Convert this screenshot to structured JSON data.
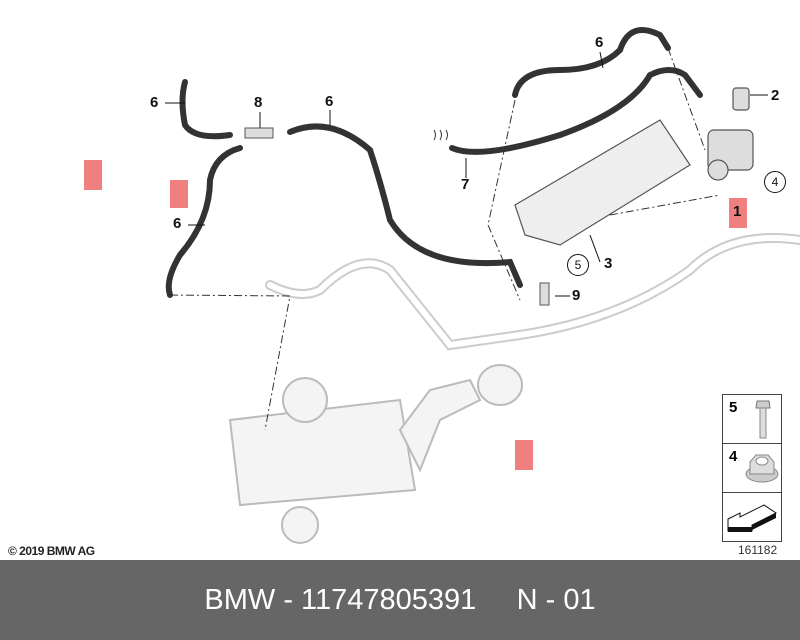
{
  "callouts": {
    "hose_top_left": "6",
    "connector": "8",
    "hose_top_mid": "6",
    "hose_left": "6",
    "hose_top_right": "6",
    "cap": "2",
    "hose_end": "7",
    "nut_ref": "4",
    "valve": "1",
    "bolt_ref": "5",
    "bracket": "3",
    "sleeve": "9"
  },
  "legend": {
    "items": [
      {
        "number": "5",
        "icon": "bolt-icon"
      },
      {
        "number": "4",
        "icon": "hex-nut-icon"
      },
      {
        "number": "",
        "icon": "direction-arrow-icon"
      }
    ]
  },
  "copyright": "© 2019 BMW AG",
  "diagram_number": "161182",
  "banner": {
    "brand": "BMW",
    "part_number": "11747805391",
    "suffix": "N - 01"
  },
  "colors": {
    "banner": "#666666",
    "highlight": "#f08080"
  }
}
